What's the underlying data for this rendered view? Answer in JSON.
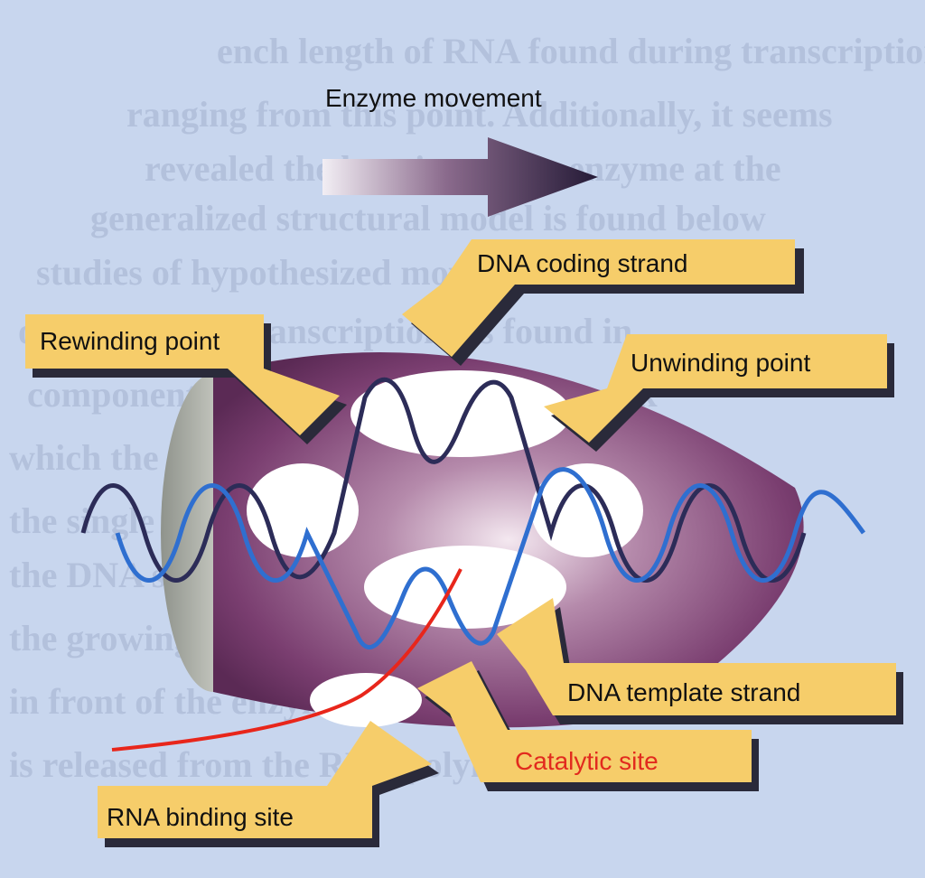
{
  "labels": {
    "enzyme_movement": "Enzyme movement",
    "dna_coding_strand": "DNA coding strand",
    "rewinding_point": "Rewinding point",
    "unwinding_point": "Unwinding point",
    "dna_template_strand": "DNA template strand",
    "catalytic_site": "Catalytic site",
    "rna_binding_site": "RNA binding site"
  },
  "colors": {
    "background": "#c8d6ee",
    "callout_fill": "#f6cd6a",
    "callout_shadow": "#2a2a3a",
    "enzyme": "#7a3e70",
    "dna_strand_a": "#2c2c58",
    "dna_strand_b": "#2f6fd0",
    "rna": "#e8261b",
    "catalytic_text": "#e22a1e"
  }
}
